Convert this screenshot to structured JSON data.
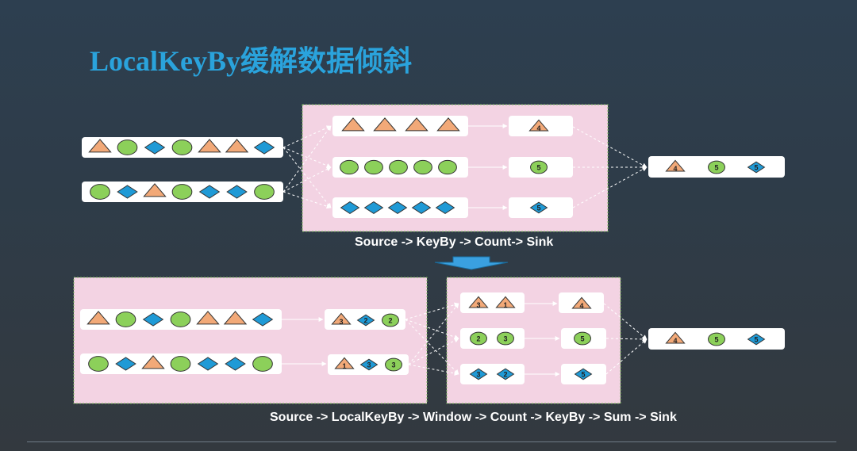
{
  "title": "LocalKeyBy缓解数据倾斜",
  "captions": {
    "top": "Source -> KeyBy -> Count-> Sink",
    "bottom": "Source -> LocalKeyBy -> Window -> Count -> KeyBy -> Sum -> Sink"
  },
  "colors": {
    "triangle": "#f2a978",
    "circle": "#8cd05a",
    "diamond": "#1f9ad6",
    "panel": "#f3d3e3",
    "panel_border": "#7fbf5f",
    "arrow_down": "#3aa0e0"
  },
  "top_flow": {
    "sources": [
      [
        "triangle",
        "circle",
        "diamond",
        "circle",
        "triangle",
        "triangle",
        "diamond"
      ],
      [
        "circle",
        "diamond",
        "triangle",
        "circle",
        "diamond",
        "diamond",
        "circle"
      ]
    ],
    "keyed": [
      [
        "triangle",
        "triangle",
        "triangle",
        "triangle"
      ],
      [
        "circle",
        "circle",
        "circle",
        "circle",
        "circle"
      ],
      [
        "diamond",
        "diamond",
        "diamond",
        "diamond",
        "diamond"
      ]
    ],
    "counts": [
      {
        "shape": "triangle",
        "label": "4"
      },
      {
        "shape": "circle",
        "label": "5"
      },
      {
        "shape": "diamond",
        "label": "5"
      }
    ],
    "sink": [
      {
        "shape": "triangle",
        "label": "4"
      },
      {
        "shape": "circle",
        "label": "5"
      },
      {
        "shape": "diamond",
        "label": "5"
      }
    ]
  },
  "bottom_flow": {
    "sources": [
      [
        "triangle",
        "circle",
        "diamond",
        "circle",
        "triangle",
        "triangle",
        "diamond"
      ],
      [
        "circle",
        "diamond",
        "triangle",
        "circle",
        "diamond",
        "diamond",
        "circle"
      ]
    ],
    "local": [
      [
        {
          "shape": "triangle",
          "label": "3"
        },
        {
          "shape": "diamond",
          "label": "2"
        },
        {
          "shape": "circle",
          "label": "2"
        }
      ],
      [
        {
          "shape": "triangle",
          "label": "1"
        },
        {
          "shape": "diamond",
          "label": "3"
        },
        {
          "shape": "circle",
          "label": "3"
        }
      ]
    ],
    "keyed": [
      [
        {
          "shape": "triangle",
          "label": "3"
        },
        {
          "shape": "triangle",
          "label": "1"
        }
      ],
      [
        {
          "shape": "circle",
          "label": "2"
        },
        {
          "shape": "circle",
          "label": "3"
        }
      ],
      [
        {
          "shape": "diamond",
          "label": "3"
        },
        {
          "shape": "diamond",
          "label": "2"
        }
      ]
    ],
    "sums": [
      {
        "shape": "triangle",
        "label": "4"
      },
      {
        "shape": "circle",
        "label": "5"
      },
      {
        "shape": "diamond",
        "label": "5"
      }
    ],
    "sink": [
      {
        "shape": "triangle",
        "label": "4"
      },
      {
        "shape": "circle",
        "label": "5"
      },
      {
        "shape": "diamond",
        "label": "5"
      }
    ]
  }
}
